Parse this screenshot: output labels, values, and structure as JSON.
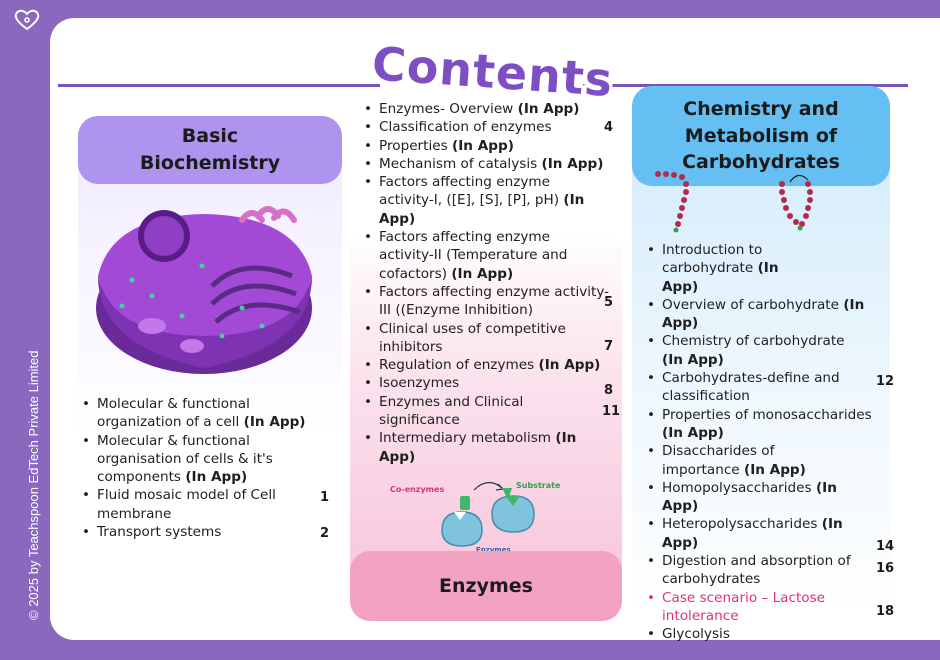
{
  "copyright": "© 2025 by Teachspoon EdTech Private Limited",
  "title": "Contents",
  "sections": {
    "basic": {
      "heading": "Basic Biochemistry",
      "items": [
        {
          "text": "Molecular & functional organization of a cell ",
          "tag": "(In App)",
          "page": ""
        },
        {
          "text": "Molecular & functional organisation of cells & it's components ",
          "tag": "(In App)",
          "page": ""
        },
        {
          "text": "Fluid mosaic model of Cell membrane",
          "tag": "",
          "page": "1"
        },
        {
          "text": "Transport systems",
          "tag": "",
          "page": "2"
        }
      ]
    },
    "enzymes": {
      "heading": "Enzymes",
      "items": [
        {
          "text": "Enzymes- Overview ",
          "tag": "(In App)",
          "page": ""
        },
        {
          "text": "Classification of enzymes",
          "tag": "",
          "page": "4"
        },
        {
          "text": "Properties ",
          "tag": "(In App)",
          "page": ""
        },
        {
          "text": "Mechanism of catalysis ",
          "tag": "(In App)",
          "page": ""
        },
        {
          "text": "Factors affecting enzyme activity-I, ([E], [S], [P], pH) ",
          "tag": "(In App)",
          "page": ""
        },
        {
          "text": "Factors affecting enzyme activity-II (Temperature and cofactors) ",
          "tag": "(In App)",
          "page": ""
        },
        {
          "text": "Factors affecting enzyme activity-III ((Enzyme Inhibition)",
          "tag": "",
          "page": "5"
        },
        {
          "text": "Clinical uses of competitive inhibitors",
          "tag": "",
          "page": "7"
        },
        {
          "text": "Regulation of enzymes ",
          "tag": "(In App)",
          "page": ""
        },
        {
          "text": "Isoenzymes",
          "tag": "",
          "page": "8"
        },
        {
          "text": "Enzymes and Clinical significance",
          "tag": "",
          "page": "11"
        },
        {
          "text": "Intermediary metabolism ",
          "tag": "(In App)",
          "page": ""
        }
      ],
      "diagram": {
        "coenzymes": "Co-enzymes",
        "substrate": "Substrate",
        "enzymes": "Enzymes"
      }
    },
    "chem": {
      "heading": "Chemistry and Metabolism of Carbohydrates",
      "items": [
        {
          "text": "Introduction to carbohydrate ",
          "tag": "(In App)",
          "page": ""
        },
        {
          "text": "Overview of carbohydrate ",
          "tag": "(In App)",
          "page": ""
        },
        {
          "text": "Chemistry of carbohydrate      ",
          "tag": "(In App)",
          "page": ""
        },
        {
          "text": "Carbohydrates-define and classification",
          "tag": "",
          "page": "12"
        },
        {
          "text": "Properties of monosaccharides ",
          "tag": "(In App)",
          "page": ""
        },
        {
          "text": "Disaccharides of importance ",
          "tag": "(In App)",
          "page": ""
        },
        {
          "text": "Homopolysaccharides ",
          "tag": "(In App)",
          "page": ""
        },
        {
          "text": "Heteropolysaccharides ",
          "tag": "(In App)",
          "page": ""
        },
        {
          "text": "Digestion and absorption of carbohydrates",
          "tag": "",
          "page": "14"
        },
        {
          "text": "Case scenario – Lactose intolerance",
          "tag": "",
          "page": "16",
          "highlight": true
        },
        {
          "text": "Glycolysis",
          "tag": "",
          "page": "18"
        }
      ]
    }
  },
  "colors": {
    "frame": "#8a68bd",
    "basic_pill": "#ae93ef",
    "chem_pill": "#66bff2",
    "enzyme_pill": "#f3a2c4",
    "highlight": "#e0307c"
  }
}
